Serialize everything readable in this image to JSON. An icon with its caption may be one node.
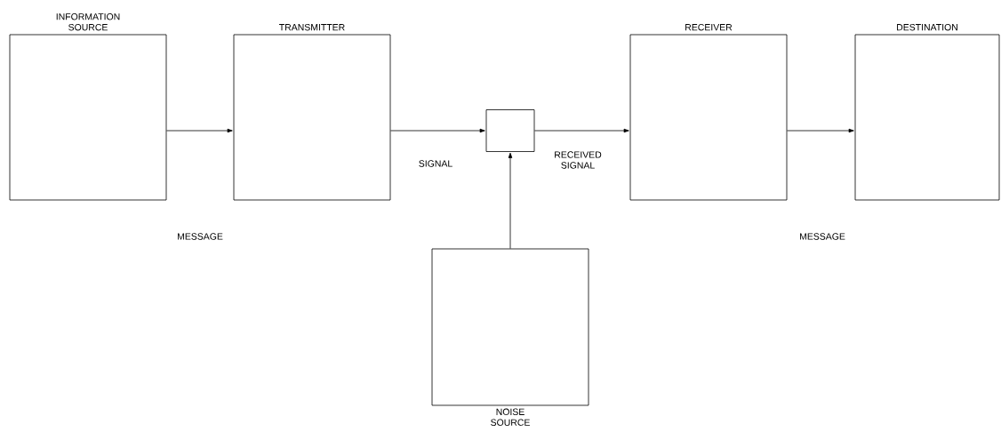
{
  "diagram": {
    "nodes": [
      {
        "text": [
          "INFORMATION SOURCE"
        ]
      },
      {
        "text": [
          "TRANSMITTER"
        ]
      },
      {
        "text": [],
        "shape": "box"
      },
      {
        "text": [
          "RECEIVER"
        ]
      },
      {
        "text": [
          "DESTINATION"
        ]
      },
      {
        "text": [
          "NOISE SOURCE"
        ]
      }
    ],
    "edges": [
      {
        "from": 0,
        "to": 1,
        "arrow": "to"
      },
      {
        "from": 1,
        "to": 2,
        "arrow": "to"
      },
      {
        "from": 2,
        "to": 3,
        "arrow": "to"
      },
      {
        "from": 3,
        "to": 4,
        "arrow": "to"
      },
      {
        "from": 5,
        "to": 2,
        "arrow": "to"
      }
    ],
    "labels": [
      "MESSAGE",
      "SIGNAL",
      "RECEIVED SIGNAL",
      "MESSAGE"
    ]
  }
}
